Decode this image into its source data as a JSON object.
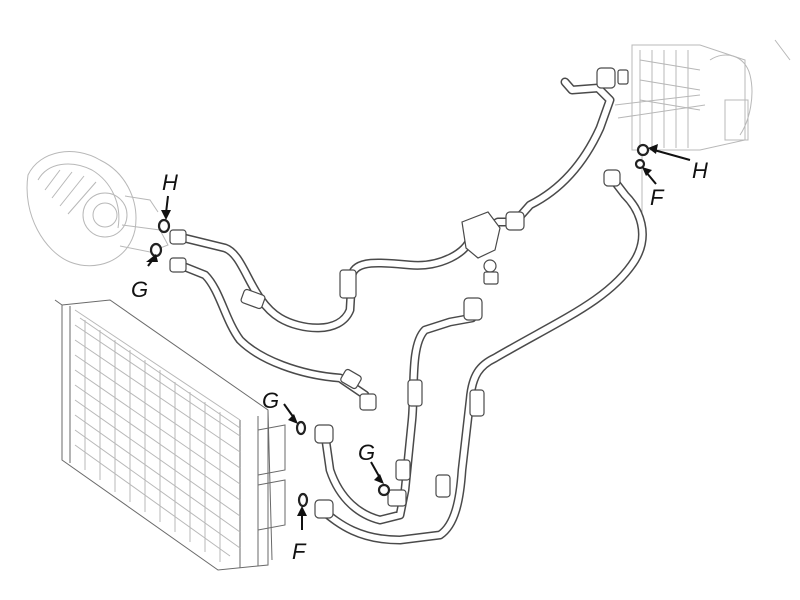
{
  "labels": {
    "H": "H",
    "G": "G",
    "F": "F"
  },
  "icons": {
    "compressor": "compressor-icon",
    "condenser": "condenser-icon",
    "evaporator": "evaporator-housing-icon",
    "seal_ring": "o-ring-seal-icon"
  },
  "colors": {
    "line": "#4a4a4a",
    "label": "#111111",
    "background": "#ffffff"
  }
}
